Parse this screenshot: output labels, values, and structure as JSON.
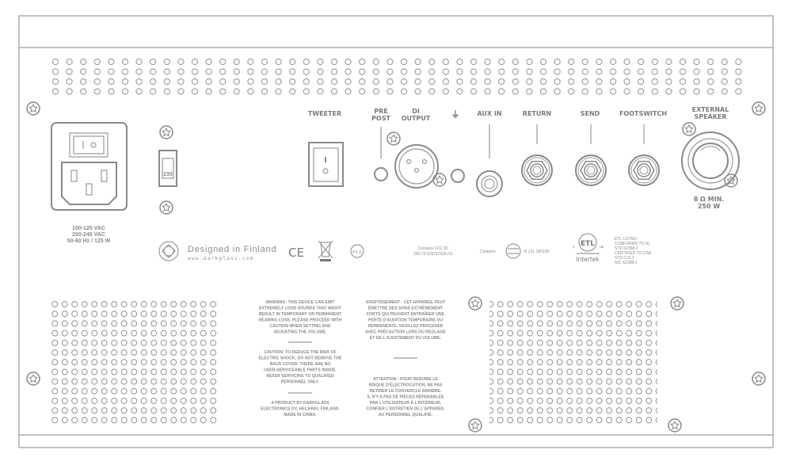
{
  "panel": {
    "labels": {
      "tweeter": "TWEETER",
      "pre": "PRE",
      "post": "POST",
      "di": "DI",
      "output": "OUTPUT",
      "ground": "⏚",
      "aux_in": "AUX IN",
      "return": "RETURN",
      "send": "SEND",
      "footswitch": "FOOTSWITCH",
      "external": "EXTERNAL",
      "speaker": "SPEAKER",
      "speaker_min": "8 Ω MIN.",
      "speaker_w": "250 W",
      "voltage_switch": "230"
    },
    "power": [
      "100-120 VAC",
      "200-240 VAC",
      "50-60 Hz / 125 W"
    ],
    "brand": {
      "line1": "Designed in Finland",
      "line2": "www.darkglass.com"
    },
    "marks": {
      "ce": "CE",
      "pse": "PS E",
      "fcc": [
        "Contains FCC ID:",
        "2AC7Z-ESP32SOLO1"
      ],
      "telec_contains": "Contains",
      "telec_id": "R 211-180105",
      "etl": "ETL",
      "etl_c": "c",
      "etl_us": "us",
      "intertek": "Intertek",
      "etl_text": [
        "ETL LISTED",
        "CONFORMS TO UL",
        "STD 62368-1",
        "CERTIFIED TO CSA",
        "STD.C22.2",
        "NO. 62368-1"
      ]
    },
    "warnings_en": {
      "warning": [
        "WARNING: THIS DEVICE CAN EMIT",
        "EXTREMELY LOUD SOUNDS THAT MIGHT",
        "RESULT IN TEMPORARY OR PERMANENT",
        "HEARING LOSS. PLEASE PROCEED WITH",
        "CAUTION WHEN SETTING AND",
        "ADJUSTING THE VOLUME."
      ],
      "caution": [
        "CAUTION: TO REDUCE THE RISK OF",
        "ELECTRIC SHOCK, DO NOT REMOVE THE",
        "BACK COVER. THERE ARE NO",
        "USER-SERVICEABLE PARTS INSIDE.",
        "REFER SERVICING TO QUALIFIED",
        "PERSONNEL ONLY."
      ],
      "product": [
        "A PRODUCT BY DARKGLASS",
        "ELECTRONICS OY, HELSINKI, FINLAND.",
        "MADE IN CHINA."
      ]
    },
    "warnings_fr": {
      "avertissement": [
        "AVERTISSEMENT : CET APPAREIL PEUT",
        "ÉMETTRE DES SONS EXTRÊMEMENT",
        "FORTS QUI PEUVENT ENTRAÎNER UNE",
        "PERTE D'AUDITION TEMPORAIRE OU",
        "PERMANENTE. VEUILLEZ PROCÉDER",
        "AVEC PRÉCAUTION LORS DU RÉGLAGE",
        "ET DE L'AJUSTEMENT DU VOLUME."
      ],
      "attention": [
        "ATTENTION : POUR REDUIRE LE",
        "RISQUE D'ÉLECTROCUTION, NE PAS",
        "RETIRER LE COUVERCLE ARRIÈRE.",
        "IL N'Y A PAS DE PIÈCES RÉPARABLES",
        "PAR L'UTILISATEUR À L'INTÉRIEUR.",
        "CONFIER L'ENTRETIEN DE L'APPAREIL",
        "AU PERSONNEL QUALIFIÉ."
      ]
    }
  }
}
